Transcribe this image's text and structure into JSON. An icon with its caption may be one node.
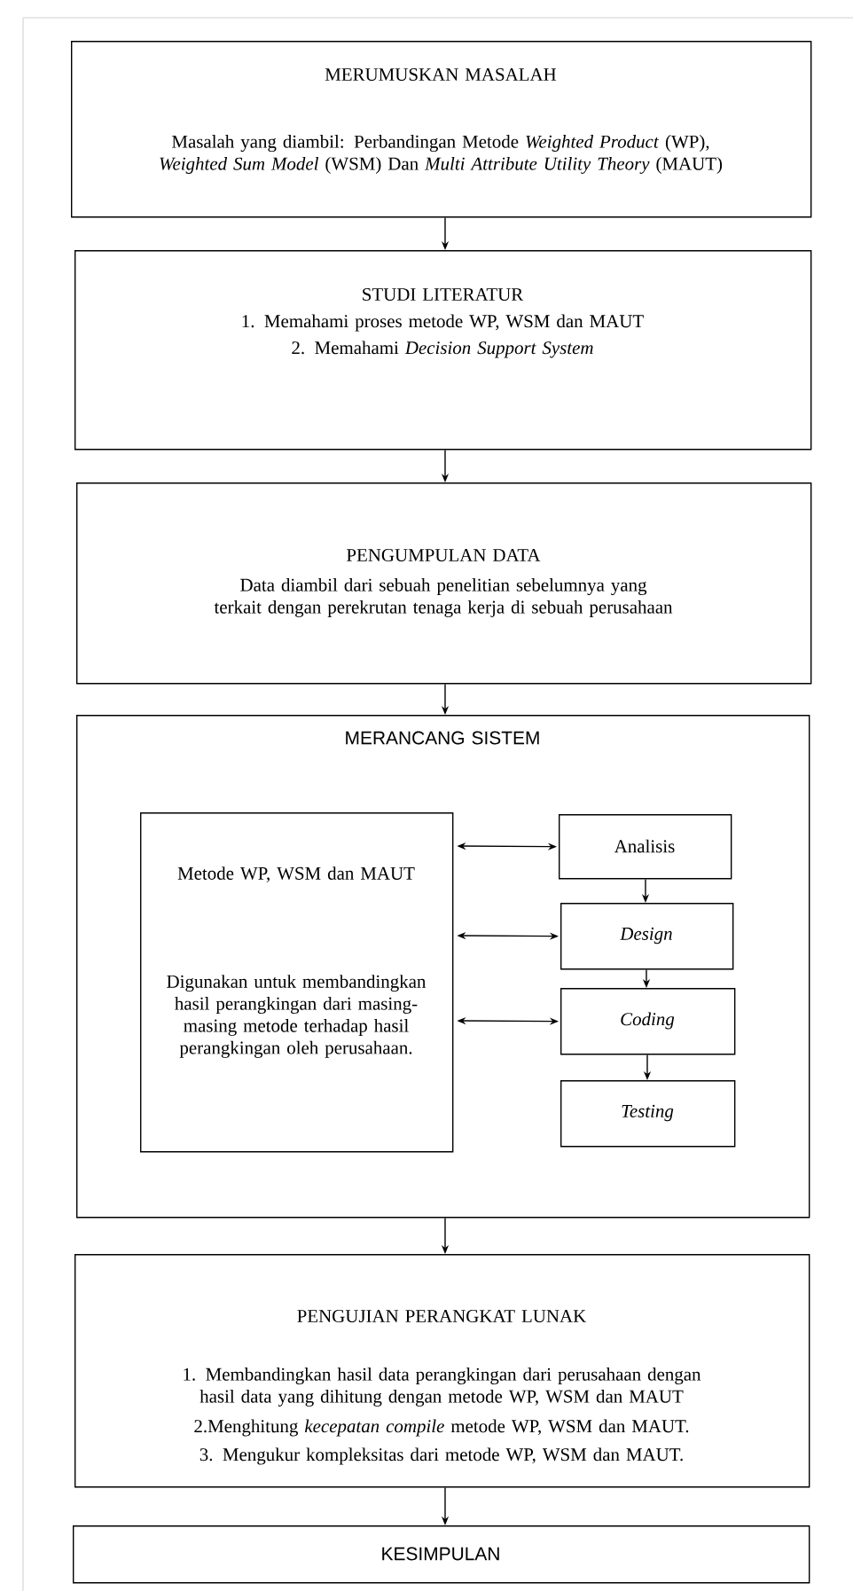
{
  "diagram": {
    "nodes": [
      {
        "text": [
          "MERUMUSKAN MASALAH",
          "Masalah yang diambil: Perbandingan Metode *Weighted Product* (WP), *Weighted Sum Model* (WSM) Dan *Multi Attribute Utility Theory* (MAUT)"
        ]
      },
      {
        "text": [
          "STUDI LITERATUR",
          "1. Memahami proses metode WP, WSM dan MAUT",
          "2. Memahami *Decision Support System*"
        ]
      },
      {
        "text": [
          "PENGUMPULAN DATA",
          "Data diambil dari sebuah penelitian sebelumnya yang terkait dengan perekrutan tenaga kerja di sebuah perusahaan"
        ]
      },
      {
        "text": [
          "MERANCANG SISTEM"
        ]
      },
      {
        "text": [
          "Metode WP, WSM dan MAUT",
          "Digunakan untuk membandingkan hasil perangkingan dari masing-masing metode terhadap hasil perangkingan oleh perusahaan."
        ],
        "in": 3
      },
      {
        "text": [
          "Analisis"
        ],
        "in": 3
      },
      {
        "text": [
          "Design"
        ],
        "in": 3
      },
      {
        "text": [
          "Coding"
        ],
        "in": 3
      },
      {
        "text": [
          "Testing"
        ],
        "in": 3
      },
      {
        "text": [
          "PENGUJIAN PERANGKAT LUNAK",
          "1. Membandingkan hasil data perangkingan dari perusahaan dengan hasil data yang dihitung dengan metode WP, WSM dan MAUT",
          "2.Menghitung *kecepatan compile* metode WP, WSM dan MAUT.",
          "3. Mengukur kompleksitas dari metode WP, WSM dan MAUT."
        ]
      },
      {
        "text": [
          "KESIMPULAN"
        ]
      }
    ],
    "edges": [
      {
        "from": 0,
        "to": 1,
        "arrow": "to"
      },
      {
        "from": 1,
        "to": 2,
        "arrow": "to"
      },
      {
        "from": 2,
        "to": 3,
        "arrow": "to"
      },
      {
        "from": 4,
        "to": 5,
        "arrow": "both"
      },
      {
        "from": 4,
        "to": 6,
        "arrow": "both"
      },
      {
        "from": 4,
        "to": 7,
        "arrow": "both"
      },
      {
        "from": 5,
        "to": 6,
        "arrow": "to"
      },
      {
        "from": 6,
        "to": 7,
        "arrow": "to"
      },
      {
        "from": 7,
        "to": 8,
        "arrow": "to"
      },
      {
        "from": 3,
        "to": 9,
        "arrow": "to"
      },
      {
        "from": 9,
        "to": 10,
        "arrow": "to"
      }
    ]
  }
}
